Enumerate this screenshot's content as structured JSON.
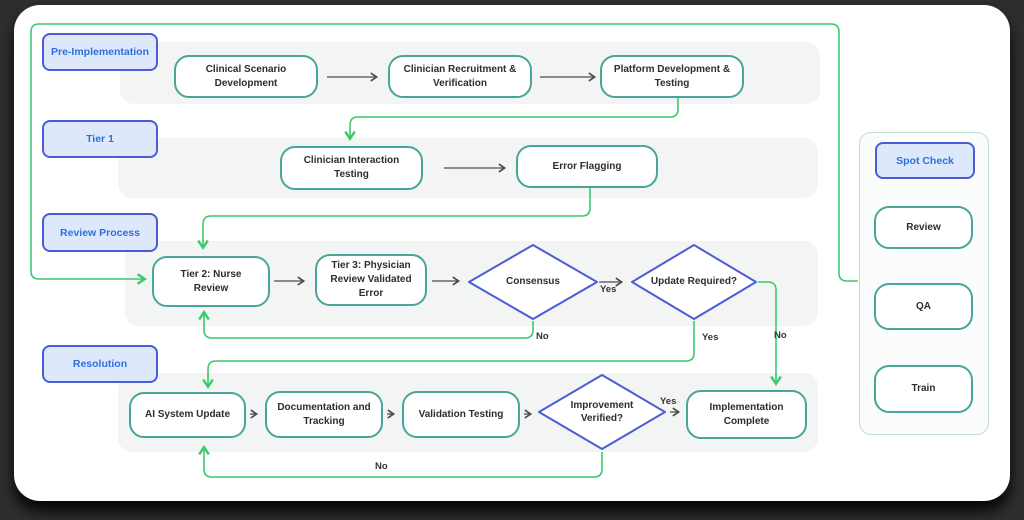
{
  "stages": [
    {
      "label": "Pre-Implementation"
    },
    {
      "label": "Tier 1"
    },
    {
      "label": "Review Process"
    },
    {
      "label": "Resolution"
    }
  ],
  "nodes": {
    "clinical_scenario": "Clinical Scenario Development",
    "clinician_recruitment": "Clinician Recruitment & Verification",
    "platform_development": "Platform Development & Testing",
    "clinician_interaction": "Clinician Interaction Testing",
    "error_flagging": "Error Flagging",
    "tier2_nurse": "Tier 2: Nurse Review",
    "tier3_physician": "Tier 3: Physician Review Validated Error",
    "consensus": "Consensus",
    "update_required": "Update Required?",
    "ai_system_update": "AI System Update",
    "documentation_tracking": "Documentation and Tracking",
    "validation_testing": "Validation Testing",
    "improvement_verified": "Improvement Verified?",
    "implementation_complete": "Implementation Complete"
  },
  "edge_labels": {
    "consensus_yes": "Yes",
    "consensus_no": "No",
    "update_required_yes": "Yes",
    "update_required_no": "No",
    "improvement_yes": "Yes",
    "improvement_no": "No"
  },
  "sidebar": {
    "title": "Spot Check",
    "steps": [
      {
        "label": "Review"
      },
      {
        "label": "QA"
      },
      {
        "label": "Train"
      }
    ]
  },
  "colors": {
    "connector_green": "#3cc96a",
    "node_border_teal": "#4aa598",
    "diamond_border_blue": "#4c5bd6",
    "stage_fill": "#dde9fb",
    "stage_border": "#4c5bd6",
    "stage_text": "#2e6fe0",
    "arrow_dark": "#4d4d4d",
    "row_background": "#f3f5f5",
    "sidebar_border": "#bfdbd7",
    "frame_background": "#2e2e2e"
  }
}
